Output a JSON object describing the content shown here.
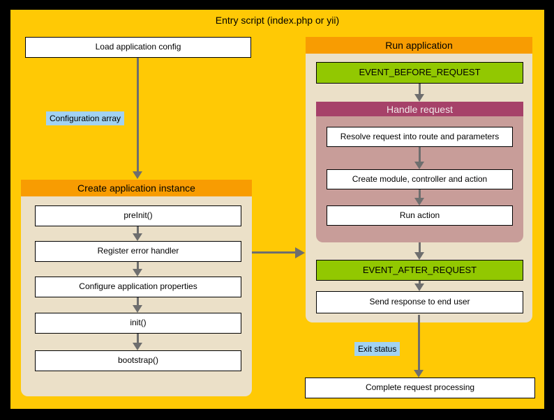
{
  "diagram": {
    "title": "Entry script (index.php or yii)",
    "colors": {
      "frame_black": "#000000",
      "canvas_yellow": "#FFC905",
      "header_orange": "#F89C02",
      "panel_tan": "#EBE0C8",
      "event_green": "#92C801",
      "handle_header_magenta": "#A64169",
      "handle_body_mauve": "#C89D99",
      "label_blue": "#A2D2F2",
      "arrow_gray": "#6E6E6E",
      "box_white": "#FFFFFF"
    },
    "left_flow": {
      "load_box": "Load application config",
      "config_label": "Configuration array",
      "panel_title": "Create application instance",
      "steps": [
        "preInit()",
        "Register error handler",
        "Configure application properties",
        "init()",
        "bootstrap()"
      ]
    },
    "right_flow": {
      "panel_title": "Run application",
      "event_before": "EVENT_BEFORE_REQUEST",
      "handle_request": {
        "panel_title": "Handle request",
        "steps": [
          "Resolve request into route and parameters",
          "Create module, controller and action",
          "Run action"
        ]
      },
      "event_after": "EVENT_AFTER_REQUEST",
      "send_response": "Send response to end user"
    },
    "exit_label": "Exit status",
    "complete_box": "Complete request processing"
  }
}
